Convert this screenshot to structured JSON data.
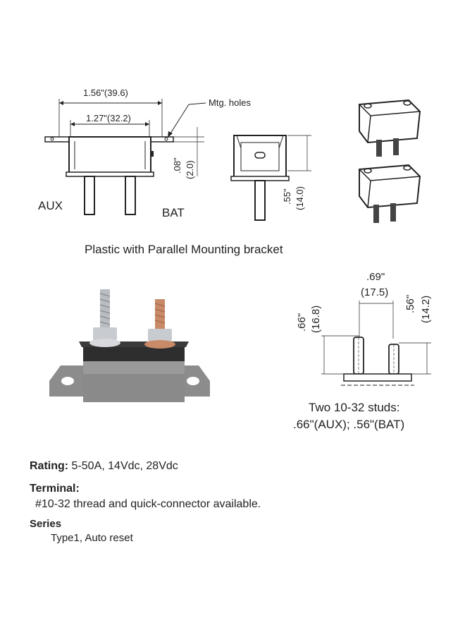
{
  "top_drawing": {
    "dim_overall": "1.56\"(39.6)",
    "dim_inner": "1.27\"(32.2)",
    "mtg_holes": "Mtg. holes",
    "dim_base": ".08\"",
    "dim_base_mm": "(2.0)",
    "aux_label": "AUX",
    "bat_label": "BAT",
    "dim_stud": ".55\"",
    "dim_stud_mm": "(14.0)",
    "caption": "Plastic with Parallel Mounting bracket"
  },
  "stud_drawing": {
    "dim_spacing": ".69\"",
    "dim_spacing_mm": "(17.5)",
    "dim_aux": ".66\"",
    "dim_aux_mm": "(16.8)",
    "dim_bat": ".56\"",
    "dim_bat_mm": "(14.2)",
    "caption_line1": "Two 10-32 studs:",
    "caption_line2": ".66\"(AUX); .56\"(BAT)"
  },
  "specs": {
    "rating_label": "Rating:",
    "rating_value": " 5-50A, 14Vdc, 28Vdc",
    "terminal_label": "Terminal:",
    "terminal_value": "#10-32 thread and quick-connector available.",
    "series_label": "Series",
    "series_value": "Type1, Auto reset"
  },
  "colors": {
    "line": "#222222",
    "housing_gray": "#8c8c8c",
    "housing_dark": "#2e2e2e",
    "copper": "#c98a68",
    "steel": "#b9bcc0"
  }
}
